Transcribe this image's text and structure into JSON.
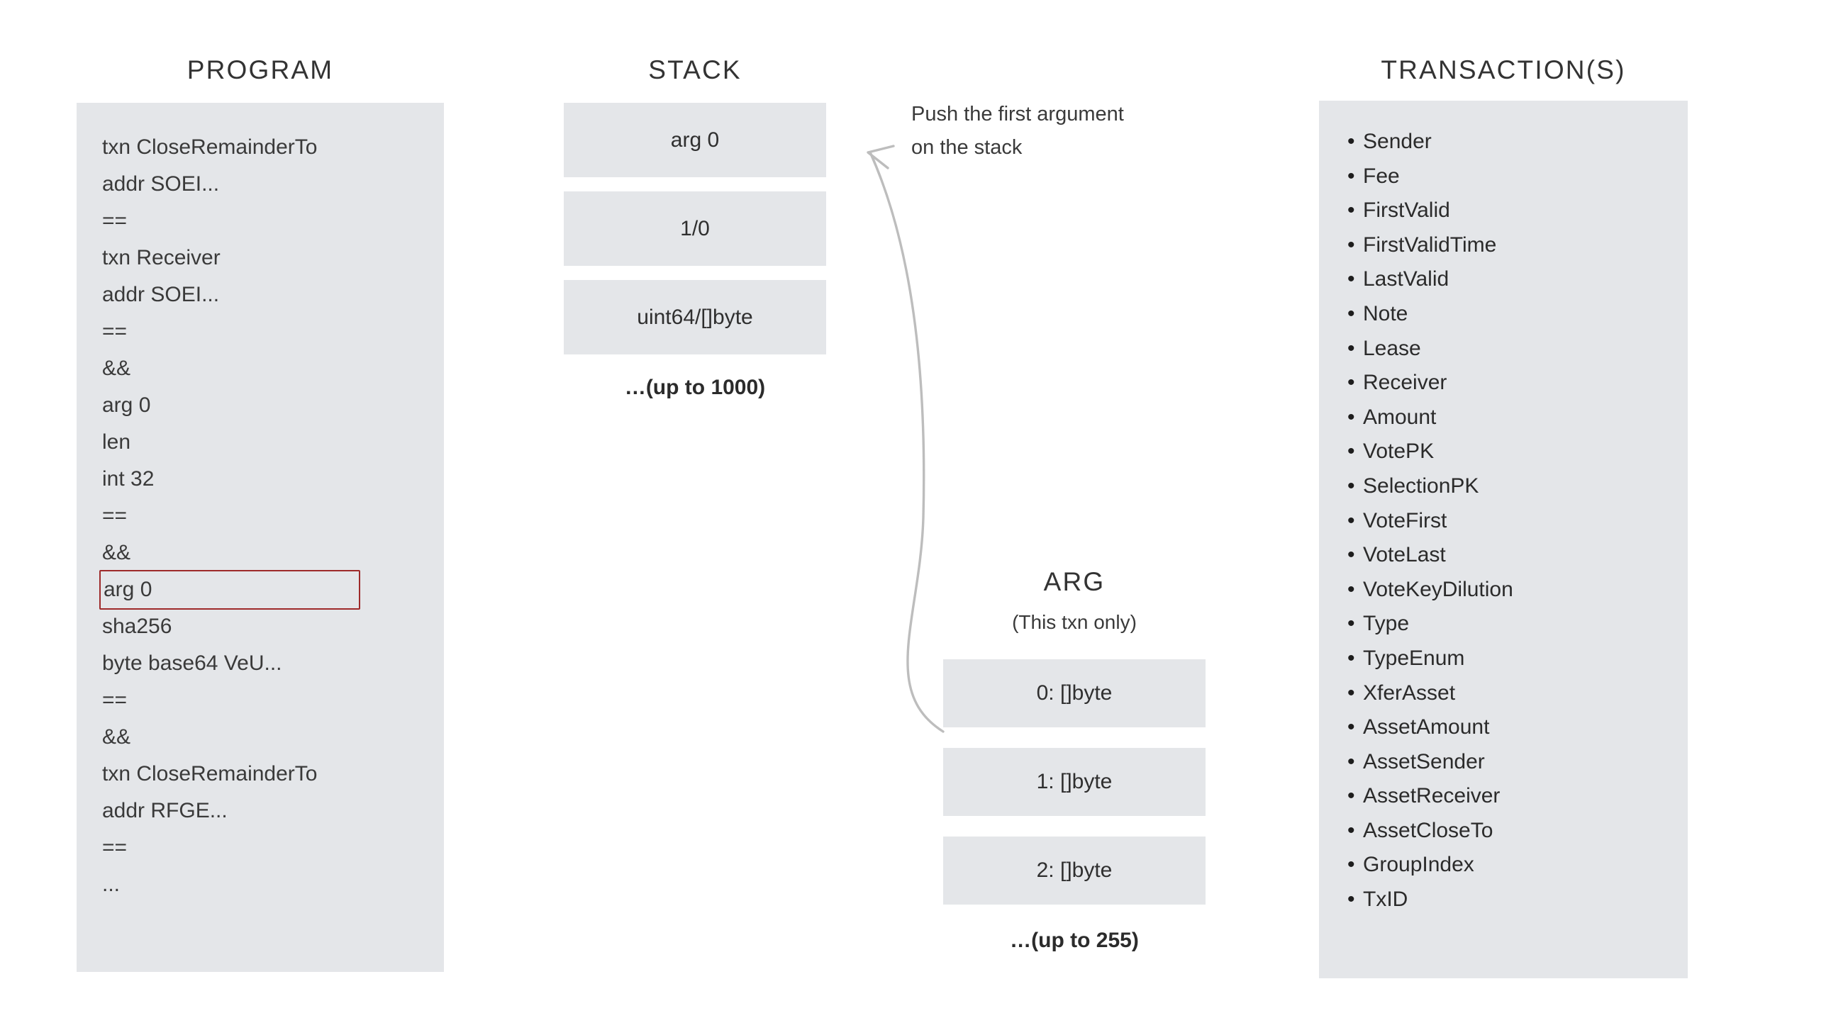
{
  "program": {
    "title": "PROGRAM",
    "lines": [
      {
        "text": "txn CloseRemainderTo",
        "highlighted": false
      },
      {
        "text": "addr SOEI...",
        "highlighted": false
      },
      {
        "text": "==",
        "highlighted": false
      },
      {
        "text": "txn Receiver",
        "highlighted": false
      },
      {
        "text": "addr SOEI...",
        "highlighted": false
      },
      {
        "text": "==",
        "highlighted": false
      },
      {
        "text": "&&",
        "highlighted": false
      },
      {
        "text": "arg 0",
        "highlighted": false
      },
      {
        "text": "len",
        "highlighted": false
      },
      {
        "text": "int 32",
        "highlighted": false
      },
      {
        "text": "==",
        "highlighted": false
      },
      {
        "text": "&&",
        "highlighted": false
      },
      {
        "text": "arg 0",
        "highlighted": true
      },
      {
        "text": "sha256",
        "highlighted": false
      },
      {
        "text": "byte base64 VeU...",
        "highlighted": false
      },
      {
        "text": "==",
        "highlighted": false
      },
      {
        "text": "&&",
        "highlighted": false
      },
      {
        "text": "txn CloseRemainderTo",
        "highlighted": false
      },
      {
        "text": "addr RFGE...",
        "highlighted": false
      },
      {
        "text": "==",
        "highlighted": false
      },
      {
        "text": "...",
        "highlighted": false
      }
    ]
  },
  "stack": {
    "title": "STACK",
    "slots": [
      "arg 0",
      "1/0",
      "uint64/[]byte"
    ],
    "caption": "…(up to 1000)"
  },
  "annotation": {
    "push_note_line1": "Push the first argument",
    "push_note_line2": "on the stack",
    "arrow_name": "curved-arrow-icon"
  },
  "arg": {
    "title": "ARG",
    "subtitle": "(This txn only)",
    "slots": [
      "0: []byte",
      "1: []byte",
      "2: []byte"
    ],
    "caption": "…(up to 255)"
  },
  "transactions": {
    "title": "TRANSACTION(S)",
    "bullet": "•",
    "fields": [
      "Sender",
      "Fee",
      "FirstValid",
      "FirstValidTime",
      "LastValid",
      "Note",
      "Lease",
      "Receiver",
      "Amount",
      "VotePK",
      "SelectionPK",
      "VoteFirst",
      "VoteLast",
      "VoteKeyDilution",
      "Type",
      "TypeEnum",
      "XferAsset",
      "AssetAmount",
      "AssetSender",
      "AssetReceiver",
      "AssetCloseTo",
      "GroupIndex",
      "TxID"
    ]
  },
  "colors": {
    "panel_bg": "#e4e6e9",
    "highlight_border": "#9e2a2a",
    "text": "#2b2b2b",
    "arrow": "#b9b9b9",
    "page_bg": "#ffffff"
  }
}
